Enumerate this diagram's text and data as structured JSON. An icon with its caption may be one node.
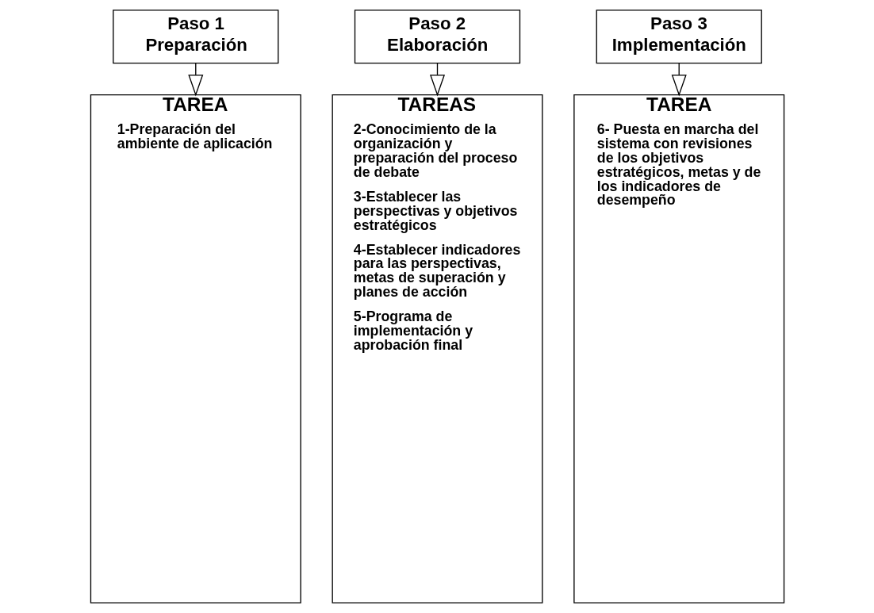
{
  "diagram": {
    "nodes": [
      {
        "text": [
          "Paso 1",
          "Preparación"
        ]
      },
      {
        "text": [
          "Paso 2",
          "Elaboración"
        ]
      },
      {
        "text": [
          "Paso 3",
          "Implementación"
        ]
      },
      {
        "text": [
          "TAREA",
          "1-Preparación del ambiente de aplicación"
        ]
      },
      {
        "text": [
          "TAREAS",
          "2-Conocimiento de la organización y preparación del proceso de debate",
          "3-Establecer las perspectivas y objetivos estratégicos",
          "4-Establecer indicadores para las perspectivas, metas de superación y planes de acción",
          "5-Programa de implementación y aprobación final"
        ]
      },
      {
        "text": [
          "TAREA",
          "6- Puesta en marcha del sistema con revisiones de los objetivos estratégicos, metas y de los indicadores de desempeño"
        ]
      }
    ],
    "edges": [
      {
        "from": 0,
        "to": 3,
        "arrow": "to"
      },
      {
        "from": 1,
        "to": 4,
        "arrow": "to"
      },
      {
        "from": 2,
        "to": 5,
        "arrow": "to"
      }
    ]
  }
}
